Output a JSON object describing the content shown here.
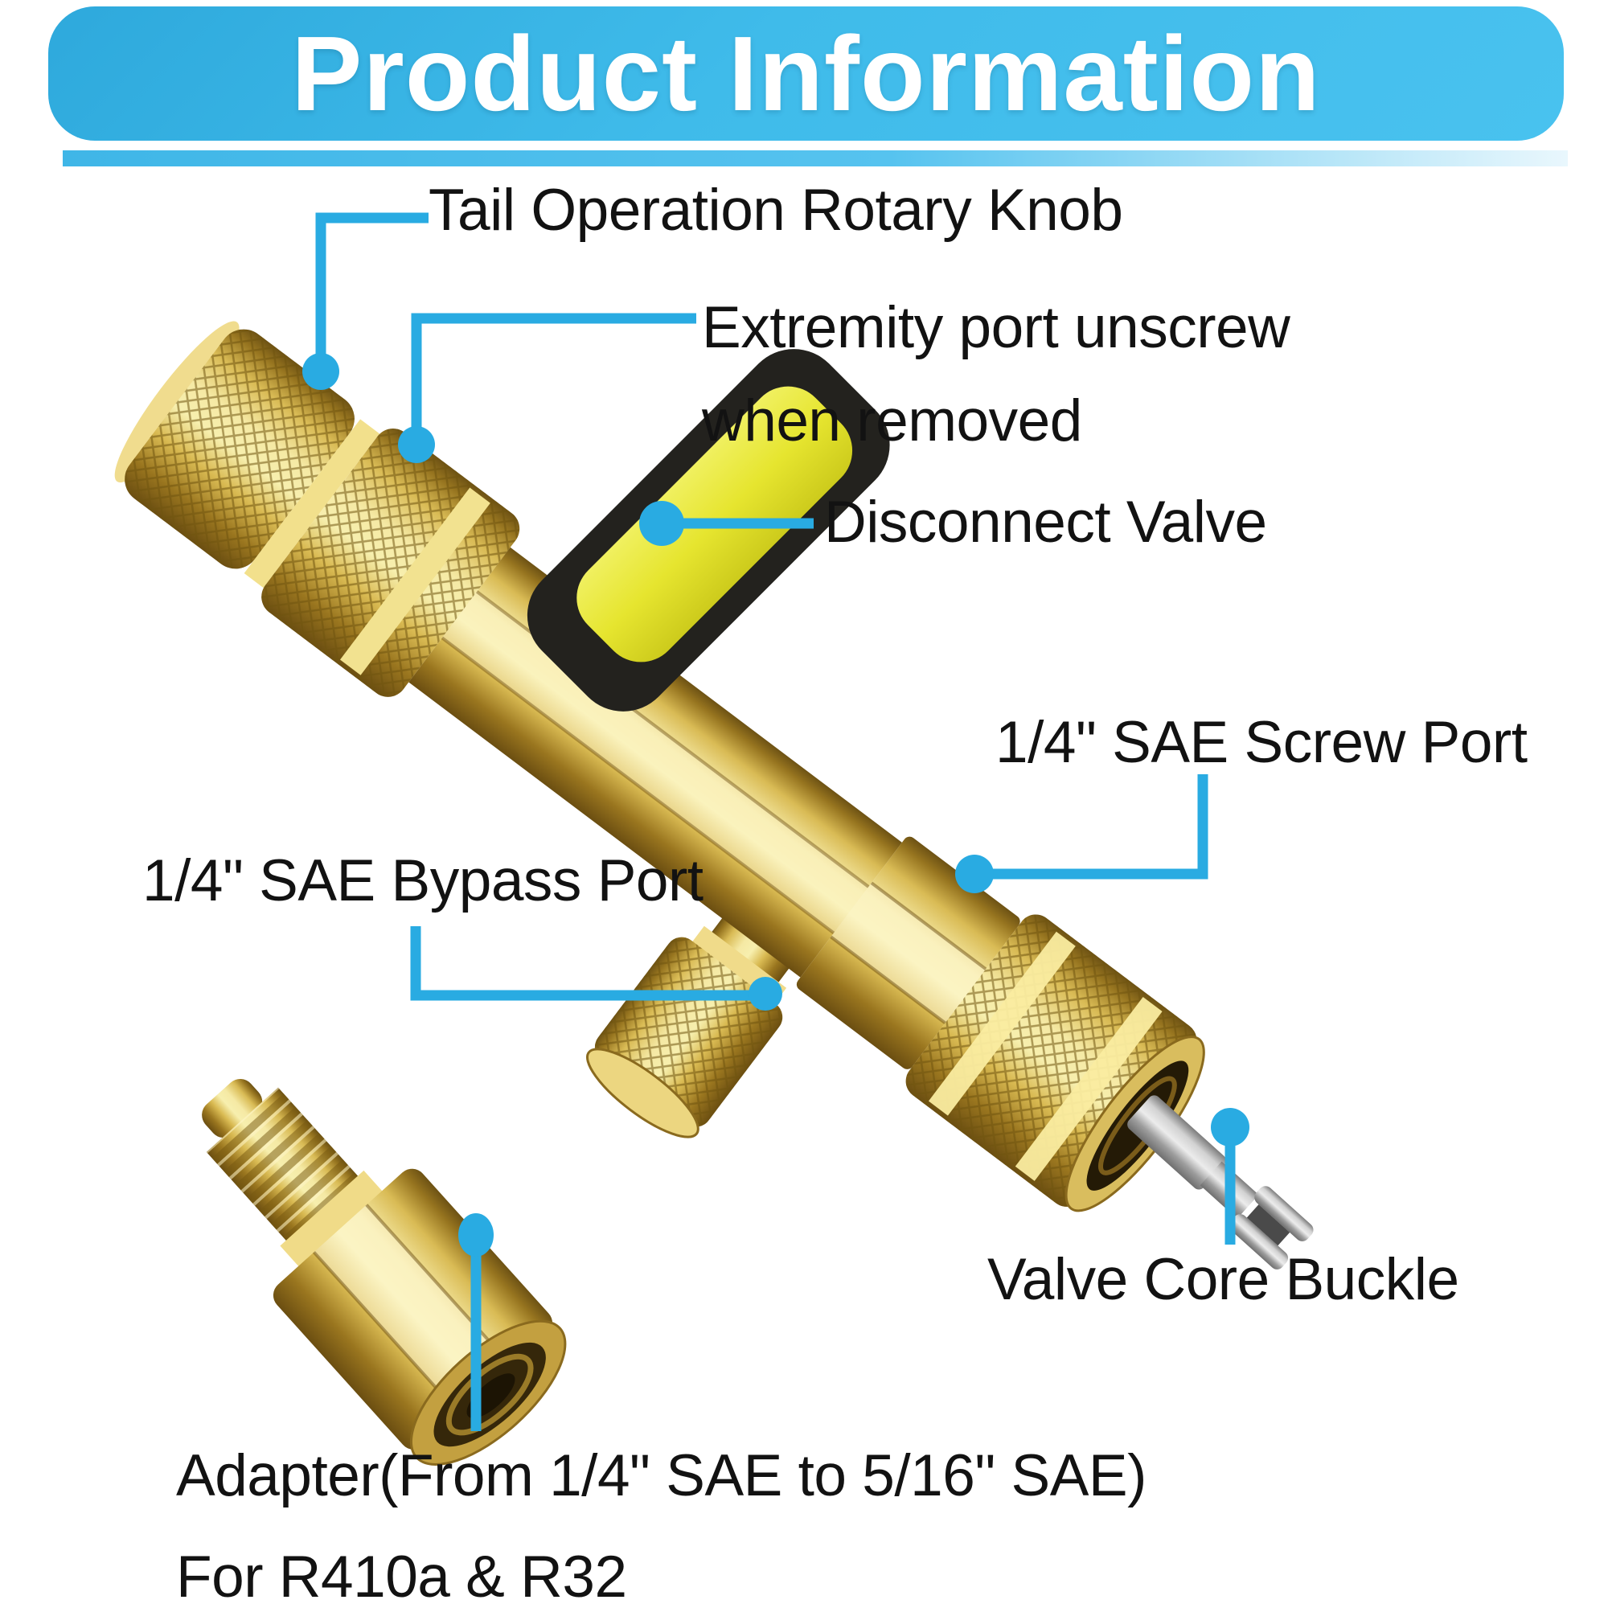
{
  "banner": {
    "title": "Product Information"
  },
  "labels": {
    "tail_knob": "Tail Operation Rotary Knob",
    "extremity_line1": "Extremity port unscrew",
    "extremity_line2": "when removed",
    "disconnect_valve": "Disconnect Valve",
    "screw_port": "1/4\" SAE Screw Port",
    "bypass_port": "1/4\" SAE Bypass Port",
    "valve_core_buckle": "Valve Core Buckle",
    "adapter_line1": "Adapter(From 1/4\" SAE to 5/16\" SAE)",
    "adapter_line2": "For R410a & R32"
  },
  "colors": {
    "banner_blue": "#3fbbea",
    "underline_stripe_blue": "#45b9e8",
    "callout_blue": "#29abe2",
    "brass_gold": "#ddbd55",
    "handle_yellow": "#e6e52f",
    "handle_trim_black": "#23221e",
    "valve_core_steel": "#c0c0c0",
    "label_text": "#121212",
    "title_text": "#ffffff",
    "background": "#ffffff"
  }
}
